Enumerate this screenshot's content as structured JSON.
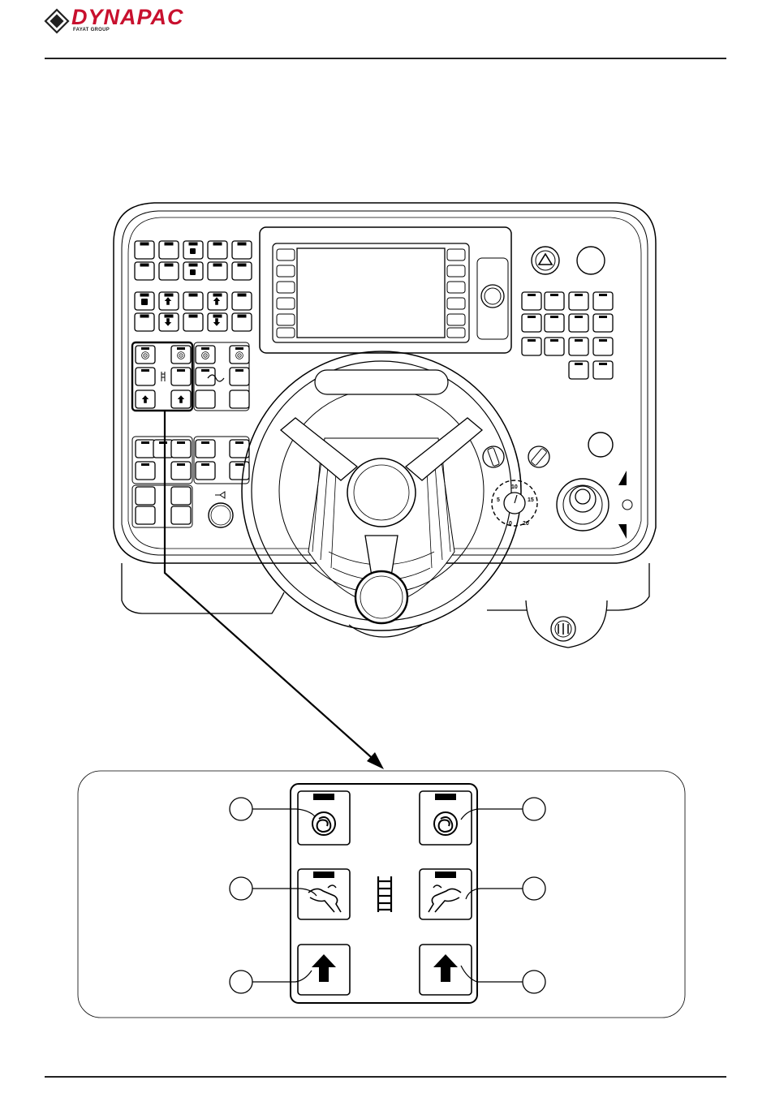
{
  "header": {
    "brand_name": "DYNAPAC",
    "brand_subtitle": "FAYAT GROUP",
    "logo_icon": "dynapac-diamond-logo-icon",
    "brand_color": "#c8102e"
  },
  "overview": {
    "dial_ticks": [
      "0",
      "5",
      "10",
      "15",
      "20"
    ],
    "icons": [
      "wheel-console-overview-icon",
      "display-screen-icon",
      "steering-wheel-icon",
      "joystick-icon",
      "horn-button-icon"
    ]
  },
  "detail": {
    "icons": [
      "auto-vibration-left-icon",
      "auto-vibration-right-icon",
      "manual-vibration-left-icon",
      "manual-vibration-right-icon",
      "ladder-icon",
      "arrow-up-left-icon",
      "arrow-up-right-icon"
    ]
  }
}
